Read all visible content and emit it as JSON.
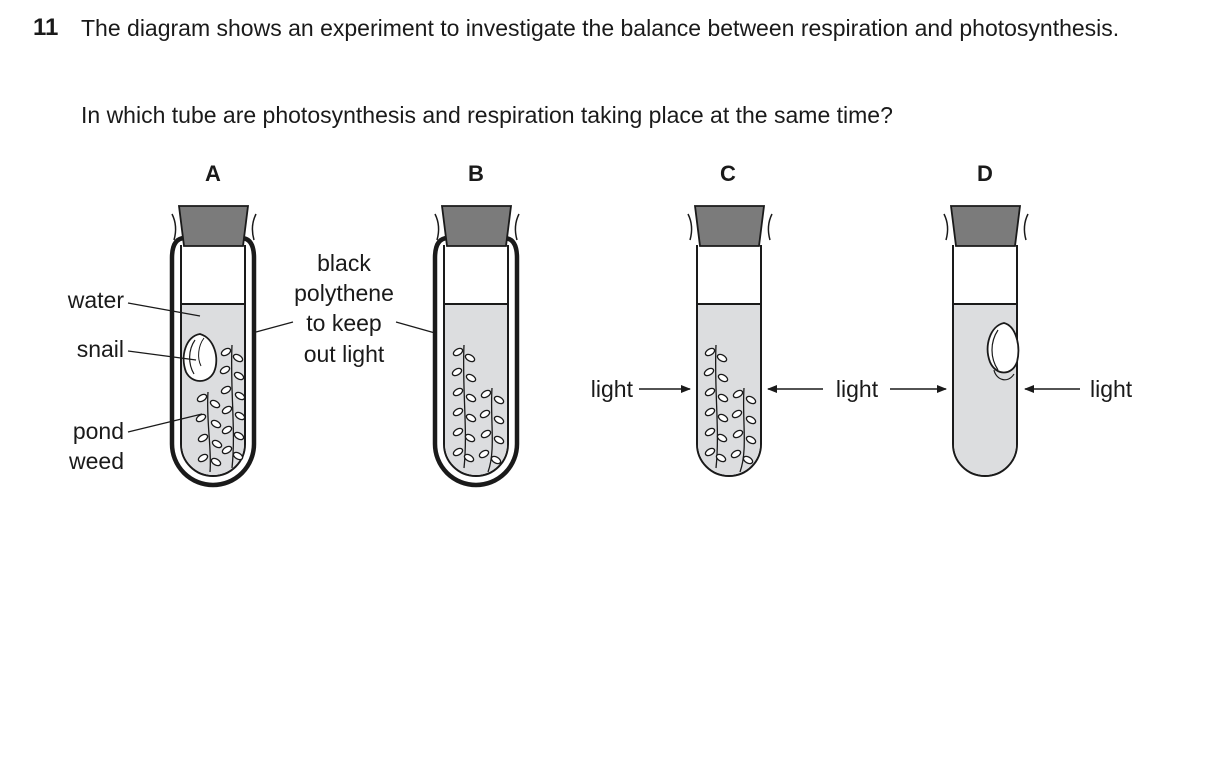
{
  "question": {
    "number": "11",
    "stem": "The diagram shows an experiment to investigate the balance between respiration and photosynthesis.",
    "prompt": "In which tube are photosynthesis and respiration taking place at the same time?"
  },
  "tubes": [
    {
      "label": "A",
      "contents": [
        "water",
        "snail",
        "pond weed"
      ],
      "covering": "black polythene"
    },
    {
      "label": "B",
      "contents": [
        "water",
        "pond weed"
      ],
      "covering": "black polythene"
    },
    {
      "label": "C",
      "contents": [
        "water",
        "pond weed"
      ],
      "covering": "none"
    },
    {
      "label": "D",
      "contents": [
        "water",
        "snail"
      ],
      "covering": "none"
    }
  ],
  "labels": {
    "water": "water",
    "snail": "snail",
    "pond_weed_line1": "pond",
    "pond_weed_line2": "weed",
    "polythene_line1": "black",
    "polythene_line2": "polythene",
    "polythene_line3": "to keep",
    "polythene_line4": "out light",
    "light_left_c": "light",
    "light_mid": "light",
    "light_right_d": "light"
  },
  "colors": {
    "water": "#dcdddf",
    "stopper": "#7b7b7b",
    "ink": "#1a1a1a"
  }
}
